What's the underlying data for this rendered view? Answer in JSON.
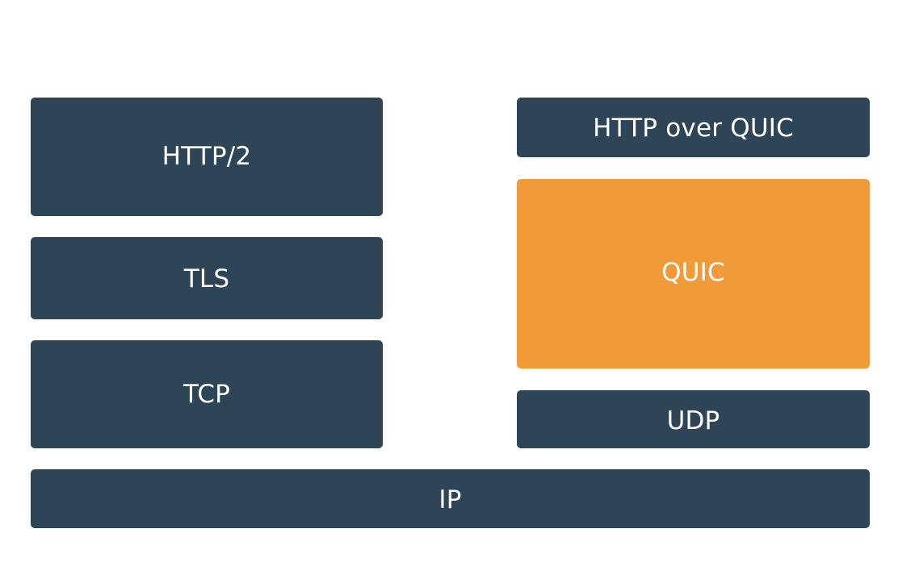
{
  "diagram": {
    "left_stack": {
      "http2": "HTTP/2",
      "tls": "TLS",
      "tcp": "TCP"
    },
    "right_stack": {
      "http_over_quic": "HTTP over QUIC",
      "quic": "QUIC",
      "udp": "UDP"
    },
    "base": {
      "ip": "IP"
    }
  },
  "colors": {
    "layer": "#2d4557",
    "highlight": "#f09a3a",
    "text": "#ffffff",
    "background": "#ffffff"
  }
}
